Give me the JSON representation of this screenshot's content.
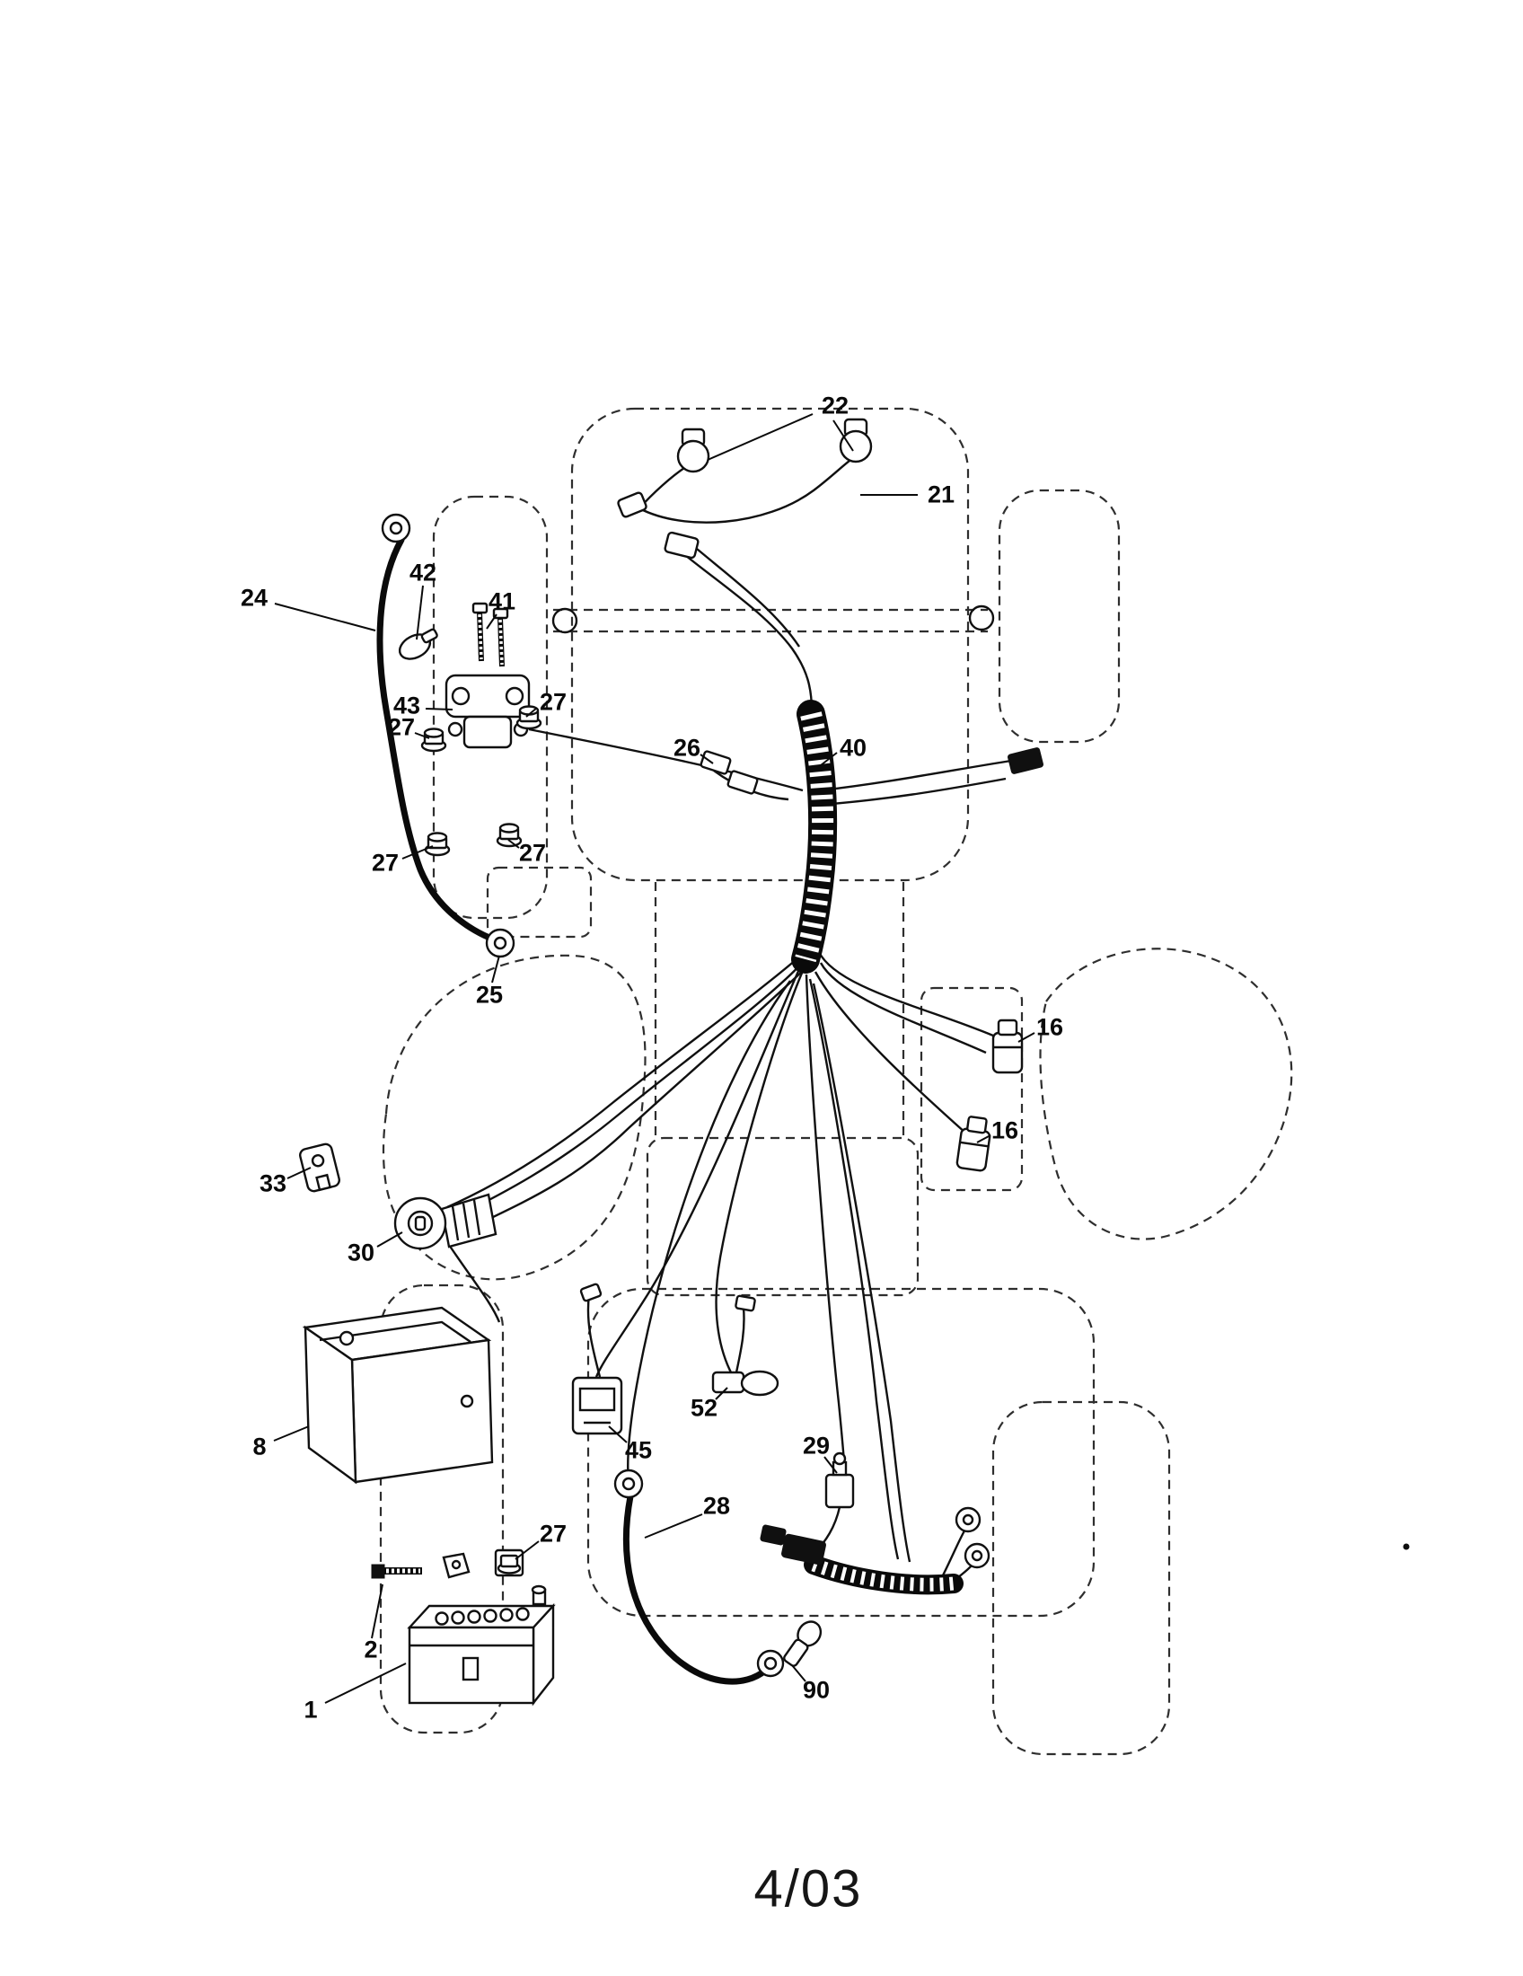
{
  "colors": {
    "ink": "#111111",
    "background": "#ffffff"
  },
  "footer": {
    "date_code": "4/03"
  },
  "callouts": {
    "c22": "22",
    "c21": "21",
    "c24": "24",
    "c42": "42",
    "c41": "41",
    "c43": "43",
    "c27_a": "27",
    "c27_b": "27",
    "c26": "26",
    "c40": "40",
    "c27_c": "27",
    "c27_d": "27",
    "c25": "25",
    "c16_a": "16",
    "c16_b": "16",
    "c33": "33",
    "c30": "30",
    "c8": "8",
    "c45": "45",
    "c52": "52",
    "c29": "29",
    "c28": "28",
    "c27_e": "27",
    "c2": "2",
    "c1": "1",
    "c90": "90"
  }
}
